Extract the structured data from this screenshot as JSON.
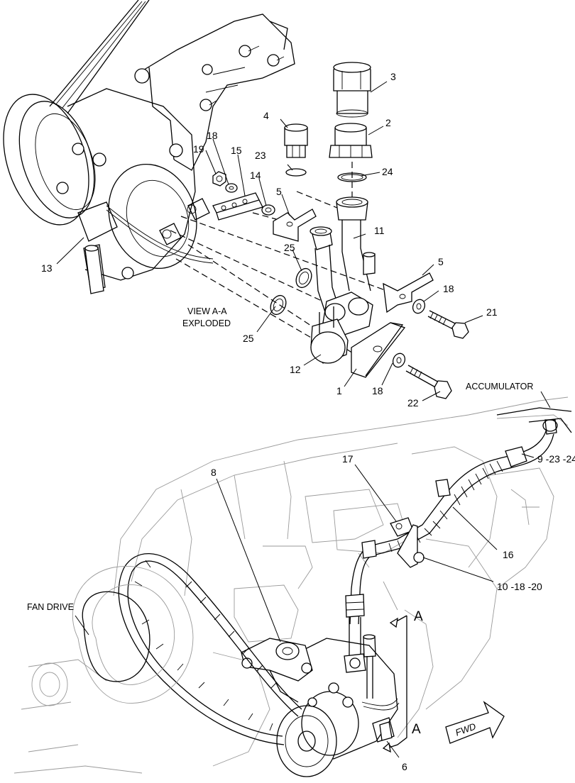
{
  "view_title": [
    "VIEW A-A",
    "EXPLODED"
  ],
  "labels": {
    "accumulator": "ACCUMULATOR",
    "fan_drive": "FAN DRIVE",
    "fwd": "FWD",
    "section_marker": "A"
  },
  "callouts": {
    "c1": "1",
    "c2": "2",
    "c3": "3",
    "c4": "4",
    "c5a": "5",
    "c5b": "5",
    "c6": "6",
    "c8": "8",
    "c9": "9 -23 -24",
    "c10": "10 -18 -20",
    "c11": "11",
    "c12": "12",
    "c13": "13",
    "c14": "14",
    "c15": "15",
    "c16": "16",
    "c17": "17",
    "c18a": "18",
    "c18b": "18",
    "c18c": "18",
    "c19": "19",
    "c21": "21",
    "c22": "22",
    "c23": "23",
    "c24": "24",
    "c25a": "25",
    "c25b": "25"
  }
}
